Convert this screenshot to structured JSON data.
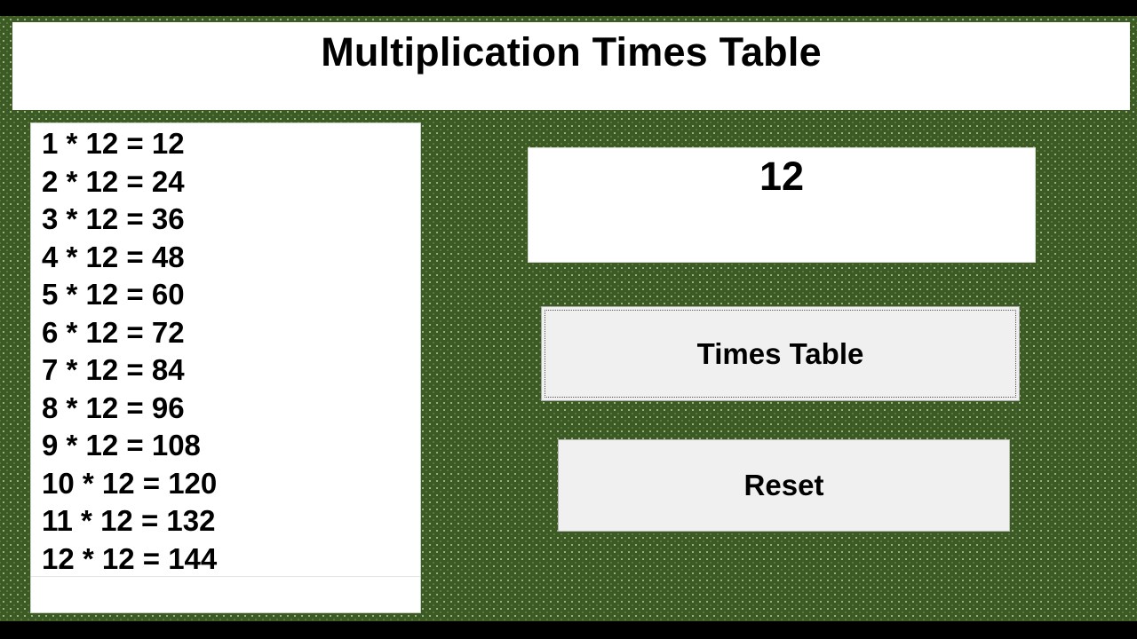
{
  "window": {
    "title": "Multiplication Times Table"
  },
  "colors": {
    "background_green": "#3b5a24",
    "panel_white": "#ffffff",
    "button_gray": "#f0f0f0",
    "frame_black": "#000000"
  },
  "results_list": {
    "items": [
      "1 * 12 = 12",
      "2 * 12 = 24",
      "3 * 12 = 36",
      "4 * 12 = 48",
      "5 * 12 = 60",
      "6 * 12 = 72",
      "7 * 12 = 84",
      "8 * 12 = 96",
      "9 * 12 = 108",
      "10 * 12 = 120",
      "11 * 12 = 132",
      "12 * 12 = 144"
    ]
  },
  "number_input": {
    "value": "12"
  },
  "buttons": {
    "times_table_label": "Times Table",
    "reset_label": "Reset"
  }
}
